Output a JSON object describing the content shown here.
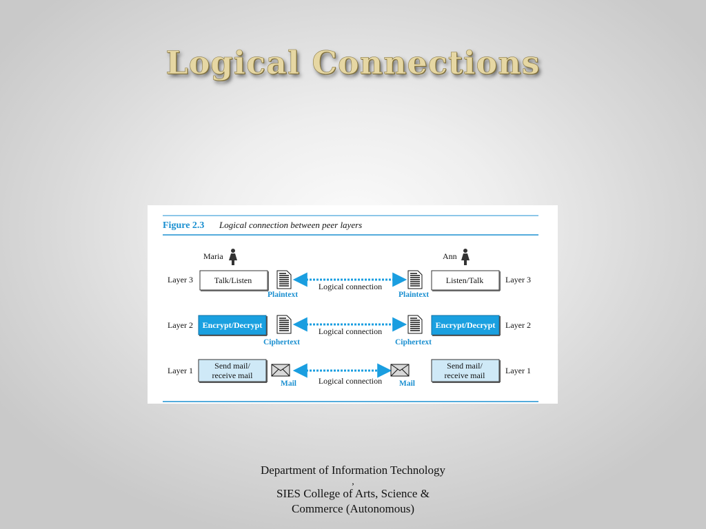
{
  "slide": {
    "title": "Logical Connections",
    "footer_line1": "Department of Information Technology",
    "footer_line2": ",",
    "footer_line3": "SIES College of Arts, Science &",
    "footer_line4": "Commerce (Autonomous)"
  },
  "figure": {
    "number": "Figure 2.3",
    "caption": "Logical connection between peer layers",
    "left_person": "Maria",
    "right_person": "Ann",
    "layers": [
      {
        "left_label": "Layer 3",
        "right_label": "Layer 3",
        "left_box": "Talk/Listen",
        "right_box": "Listen/Talk",
        "data_left": "Plaintext",
        "data_right": "Plaintext",
        "connection": "Logical connection"
      },
      {
        "left_label": "Layer 2",
        "right_label": "Layer 2",
        "left_box": "Encrypt/Decrypt",
        "right_box": "Encrypt/Decrypt",
        "data_left": "Ciphertext",
        "data_right": "Ciphertext",
        "connection": "Logical connection"
      },
      {
        "left_label": "Layer 1",
        "right_label": "Layer 1",
        "left_box_line1": "Send mail/",
        "left_box_line2": "receive mail",
        "right_box_line1": "Send mail/",
        "right_box_line2": "receive mail",
        "data_left": "Mail",
        "data_right": "Mail",
        "connection": "Logical connection"
      }
    ],
    "colors": {
      "accent_blue": "#1a8fd0",
      "encrypt_box_fill": "#1aa0e0",
      "mail_box_fill": "#cfe9f7",
      "arrow_blue": "#1a9ee0"
    }
  }
}
